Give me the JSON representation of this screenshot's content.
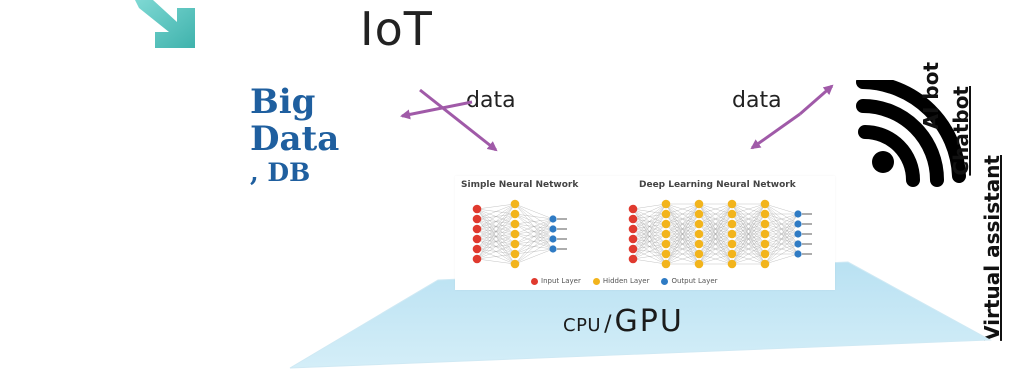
{
  "diagram": {
    "iot_title": "IoT",
    "big_data": {
      "line1": "Big",
      "line2": "Data",
      "line3": ", DB"
    },
    "data_left": "data",
    "data_right": "data",
    "side_labels": [
      "AI bot",
      "Chatbot",
      "Virtual assistant"
    ],
    "platform": {
      "cpu": "CPU",
      "slash": "/",
      "gpu": "GPU"
    },
    "neural_network": {
      "simple_title": "Simple Neural Network",
      "deep_title": "Deep Learning Neural Network",
      "legend": {
        "input": "Input Layer",
        "hidden": "Hidden Layer",
        "output": "Output Layer"
      }
    },
    "icons": {
      "top_left_arrow": "arrow-icon",
      "wifi": "wifi-icon"
    },
    "colors": {
      "big_data_blue": "#1f5f9f",
      "arrow_purple": "#a05aa8",
      "arrow_teal": "#6fcfcb",
      "platform_fill": "#c3e6f5",
      "input_red": "#e03a2f",
      "hidden_yellow": "#f2b41c",
      "output_blue": "#2f7bc4"
    }
  }
}
